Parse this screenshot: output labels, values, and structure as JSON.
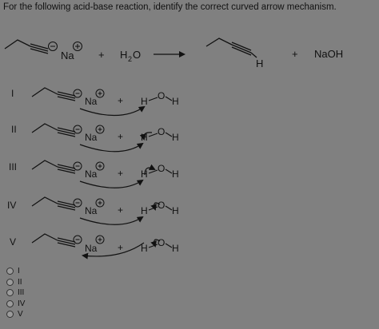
{
  "question": "For the following acid-base reaction, identify the correct curved arrow mechanism.",
  "reaction": {
    "sodium": "Na",
    "plus1": "+",
    "water": "H",
    "water_sub": "2",
    "water_o": "O",
    "product_h": "H",
    "plus2": "+",
    "base": "NaOH"
  },
  "mechanisms": [
    {
      "label": "I",
      "na": "Na",
      "plus": "+",
      "h_left": "H",
      "o": "O",
      "h_right": "H"
    },
    {
      "label": "II",
      "na": "Na",
      "plus": "+",
      "h_left": "H",
      "o": "O",
      "h_right": "H"
    },
    {
      "label": "III",
      "na": "Na",
      "plus": "+",
      "h_left": "H",
      "o": "O",
      "h_right": "H"
    },
    {
      "label": "IV",
      "na": "Na",
      "plus": "+",
      "h_left": "H",
      "o": "O",
      "h_right": "H"
    },
    {
      "label": "V",
      "na": "Na",
      "plus": "+",
      "h_left": "H",
      "o": "O",
      "h_right": "H"
    }
  ],
  "options": [
    "I",
    "II",
    "III",
    "IV",
    "V"
  ]
}
